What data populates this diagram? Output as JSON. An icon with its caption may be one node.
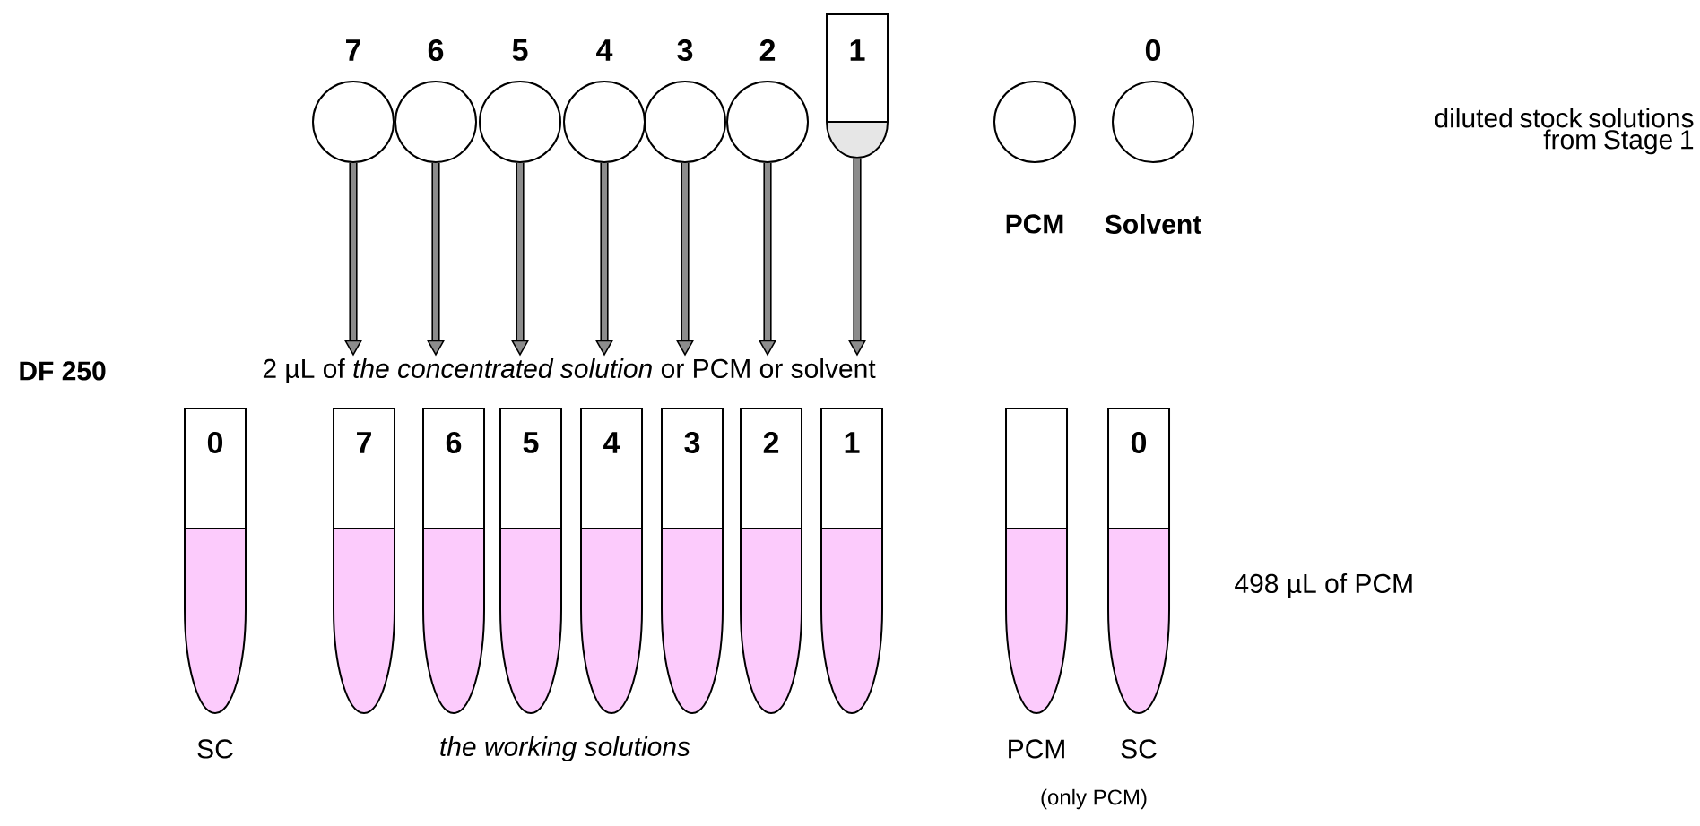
{
  "diagram": {
    "nodes": [
      {
        "text": [
          "7"
        ]
      },
      {
        "text": [
          "6"
        ]
      },
      {
        "text": [
          "5"
        ]
      },
      {
        "text": [
          "4"
        ]
      },
      {
        "text": [
          "3"
        ]
      },
      {
        "text": [
          "2"
        ]
      },
      {
        "text": [
          "1"
        ]
      },
      {
        "text": [
          "PCM"
        ]
      },
      {
        "text": [
          "0",
          "Solvent"
        ]
      },
      {
        "text": [
          "0"
        ],
        "beside": [
          "SC"
        ]
      },
      {
        "text": [
          "7"
        ]
      },
      {
        "text": [
          "6"
        ]
      },
      {
        "text": [
          "5"
        ]
      },
      {
        "text": [
          "4"
        ]
      },
      {
        "text": [
          "3"
        ]
      },
      {
        "text": [
          "2"
        ]
      },
      {
        "text": [
          "1"
        ]
      },
      {
        "text": [],
        "shape": "tube",
        "beside": [
          "PCM",
          "(only PCM)"
        ]
      },
      {
        "text": [
          "0"
        ],
        "beside": [
          "SC"
        ]
      },
      {
        "text": [
          "2 µL of *the concentrated solution* or PCM or solvent"
        ]
      }
    ],
    "edges": [
      {
        "from": 0,
        "to": 19,
        "arrow": "to"
      },
      {
        "from": 1,
        "to": 19,
        "arrow": "to"
      },
      {
        "from": 2,
        "to": 19,
        "arrow": "to"
      },
      {
        "from": 3,
        "to": 19,
        "arrow": "to"
      },
      {
        "from": 4,
        "to": 19,
        "arrow": "to"
      },
      {
        "from": 5,
        "to": 19,
        "arrow": "to"
      },
      {
        "from": 6,
        "to": 19,
        "arrow": "to"
      }
    ],
    "labels": [
      "diluted stock solutions from Stage 1",
      "DF 250",
      "498 µL of PCM",
      "the working solutions"
    ]
  }
}
